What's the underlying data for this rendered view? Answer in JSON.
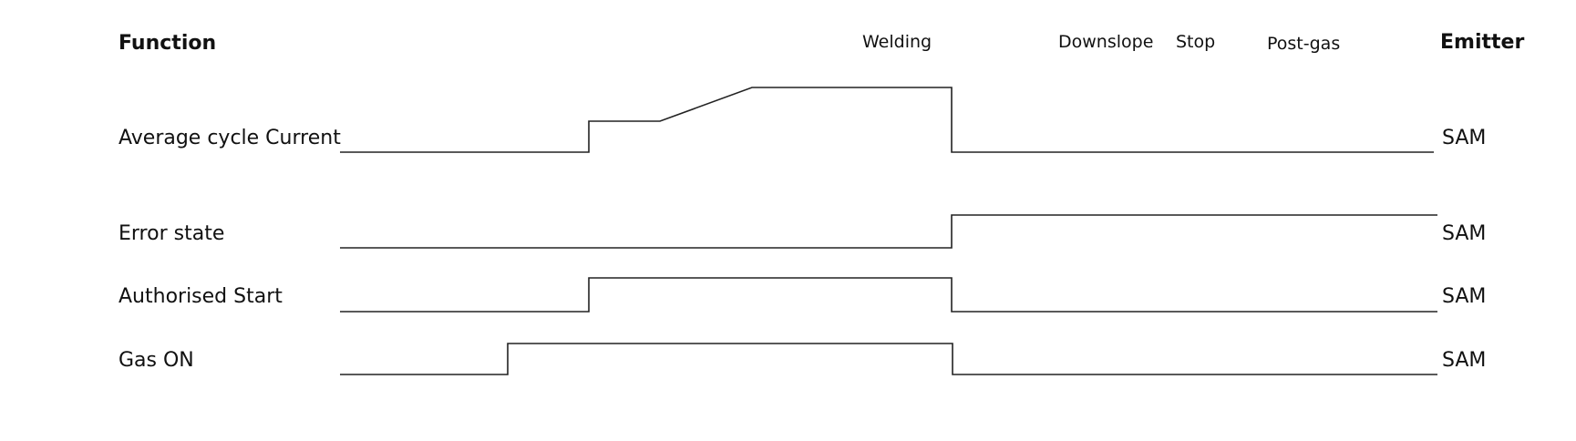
{
  "header": {
    "function_label": "Function",
    "emitter_label": "Emitter"
  },
  "phases": [
    "Welding",
    "Downslope",
    "Stop",
    "Post-gas"
  ],
  "signals": [
    {
      "label": "Average cycle Current",
      "emitter": "SAM"
    },
    {
      "label": "Error state",
      "emitter": "SAM"
    },
    {
      "label": "Authorised Start",
      "emitter": "SAM"
    },
    {
      "label": "Gas ON",
      "emitter": "SAM"
    }
  ]
}
